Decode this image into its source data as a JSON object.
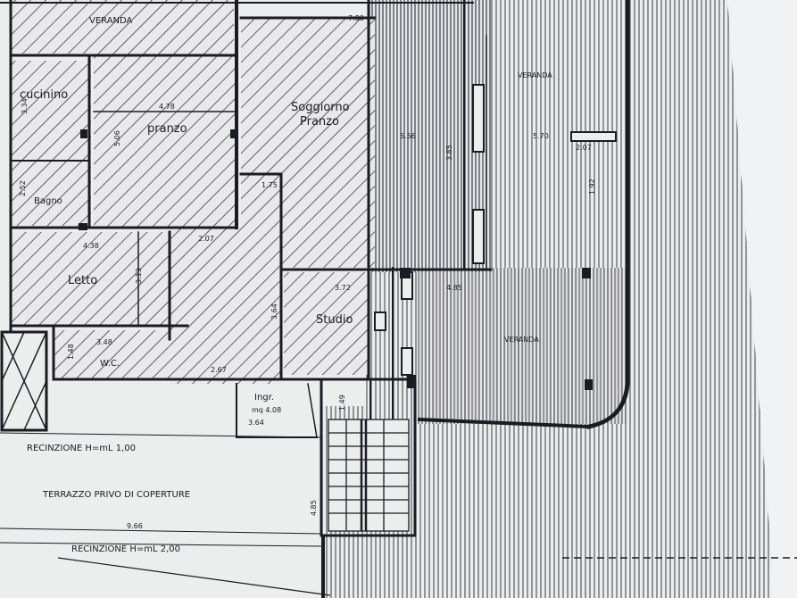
{
  "rooms": {
    "veranda_top": "VERANDA",
    "veranda_right_top": "VERANDA",
    "veranda_right_bottom": "VERANDA",
    "cucinino": "cucinino",
    "pranzo": "pranzo",
    "soggiorno_line1": "Soggiorno",
    "soggiorno_line2": "Pranzo",
    "bagno": "Bagno",
    "letto": "Letto",
    "wc": "W.C.",
    "studio": "Studio",
    "ingresso_line1": "Ingr.",
    "ingresso_line2": "mq 4.08"
  },
  "annotations": {
    "recinzione_1": "RECINZIONE H=mL 1,00",
    "terrazzo": "TERRAZZO PRIVO DI COPERTURE",
    "recinzione_2": "RECINZIONE H=mL 2,00"
  },
  "dimensions": {
    "d_top": "7.80",
    "d_prz": "4.78",
    "d_cuc": "3.34",
    "d_bag": "2.52",
    "d_b1": "4.38",
    "d_b2": "5.06",
    "d_sog": "5.56",
    "d_c1": "2.07",
    "d_c2": "1.75",
    "d_c3": "3.85",
    "d_ver": "5.70",
    "d_ver2": "2.07",
    "d_ver3": "1.92",
    "d_vm": "4.85",
    "d_let": "3.13",
    "d_stu": "3.72",
    "d_stu2": "3.64",
    "d_wc": "3.48",
    "d_wc2": "1.48",
    "d_ingr": "3.64",
    "d_ingr2": "2.67",
    "d_ingr3": "1.49",
    "d_terr": "9.66",
    "d_terr2": "4.85"
  },
  "colors": {
    "paper": "#eceded",
    "ink": "#1b1b22",
    "hatch": "#3a3a44"
  }
}
